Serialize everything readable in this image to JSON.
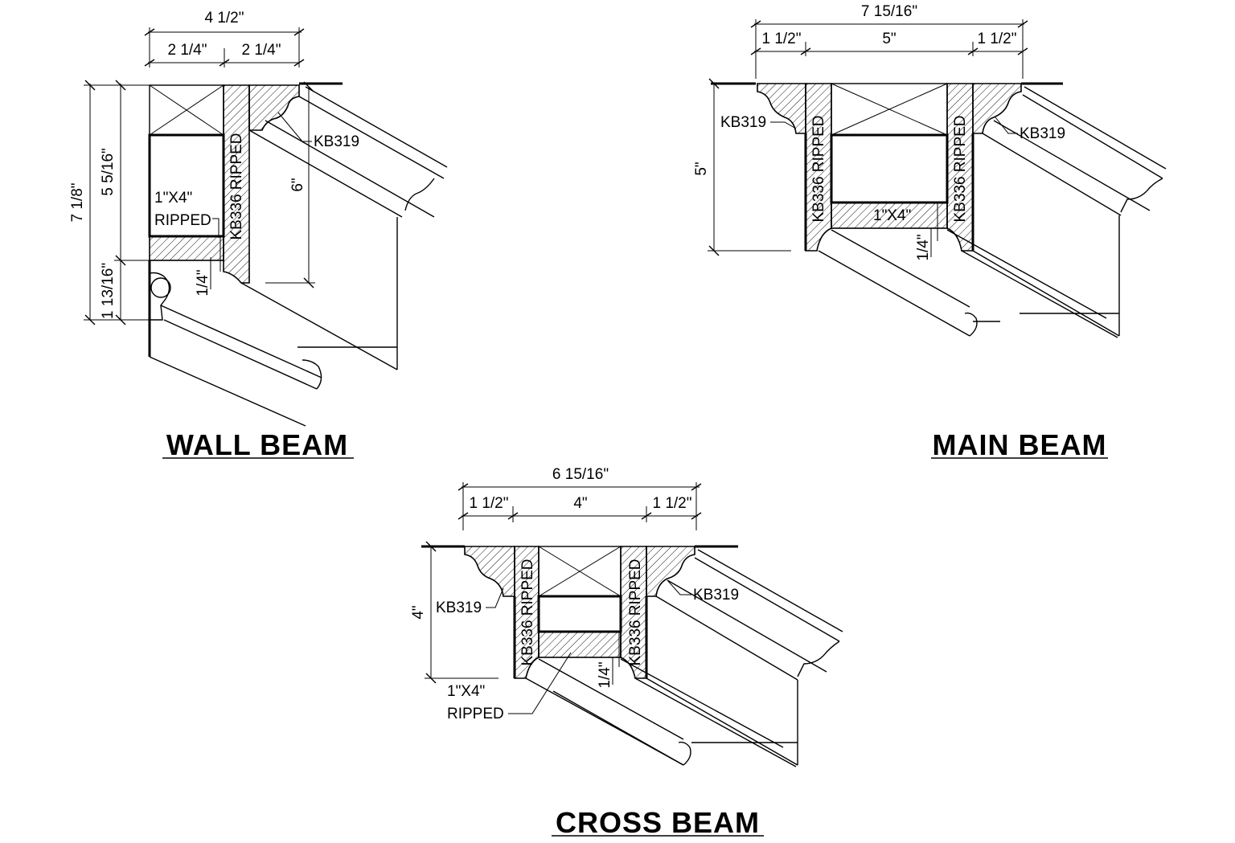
{
  "titles": {
    "wall": "WALL BEAM",
    "main": "MAIN BEAM",
    "cross": "CROSS BEAM"
  },
  "wall": {
    "dim_total_width": "4 1/2\"",
    "dim_left": "2 1/4\"",
    "dim_right": "2 1/4\"",
    "dim_total_height": "7 1/8\"",
    "dim_upper_height": "5 5/16\"",
    "dim_lower_height": "1 13/16\"",
    "dim_six": "6\"",
    "dim_quarter": "1/4\"",
    "label_molding": "KB319",
    "label_ripped_vertical": "KB336 RIPPED",
    "label_board_line1": "1\"X4\"",
    "label_board_line2": "RIPPED"
  },
  "main": {
    "dim_total_width": "7 15/16\"",
    "dim_left": "1 1/2\"",
    "dim_center": "5\"",
    "dim_right": "1 1/2\"",
    "dim_height": "5\"",
    "dim_quarter": "1/4\"",
    "label_molding_left": "KB319",
    "label_molding_right": "KB319",
    "label_ripped_left": "KB336 RIPPED",
    "label_ripped_right": "KB336 RIPPED",
    "label_board": "1\"X4\""
  },
  "cross": {
    "dim_total_width": "6 15/16\"",
    "dim_left": "1 1/2\"",
    "dim_center": "4\"",
    "dim_right": "1 1/2\"",
    "dim_height": "4\"",
    "dim_quarter": "1/4\"",
    "label_molding_left": "KB319",
    "label_molding_right": "KB319",
    "label_ripped_left": "KB336 RIPPED",
    "label_ripped_right": "KB336 RIPPED",
    "label_board_line1": "1\"X4\"",
    "label_board_line2": "RIPPED"
  }
}
